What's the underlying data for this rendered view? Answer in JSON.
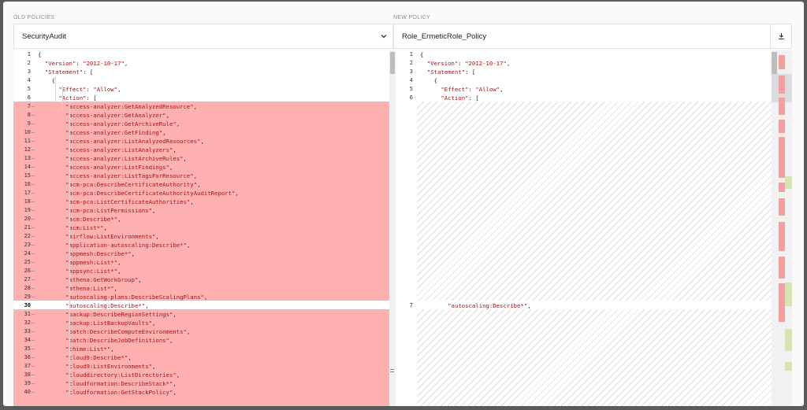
{
  "left": {
    "label": "OLD POLICIES",
    "selected_policy": "SecurityAudit"
  },
  "right": {
    "label": "NEW POLICY",
    "selected_policy": "Role_ErmeticRole_Policy"
  },
  "icons": {
    "dropdown": "chevron-down-icon",
    "download": "download-icon"
  },
  "colors": {
    "deleted_line": "#ffb0b0",
    "added_marker": "#d5e3b5",
    "string": "#a31515"
  },
  "left_lines": [
    {
      "n": "1",
      "t": "{"
    },
    {
      "n": "2",
      "t": "  \"Version\": \"2012-10-17\","
    },
    {
      "n": "3",
      "t": "  \"Statement\": ["
    },
    {
      "n": "4",
      "t": "    {"
    },
    {
      "n": "5",
      "t": "      \"Effect\": \"Allow\","
    },
    {
      "n": "6",
      "t": "      \"Action\": ["
    },
    {
      "n": "7",
      "t": "        \"access-analyzer:GetAnalyzedResource\","
    },
    {
      "n": "8",
      "t": "        \"access-analyzer:GetAnalyzer\","
    },
    {
      "n": "9",
      "t": "        \"access-analyzer:GetArchiveRule\","
    },
    {
      "n": "10",
      "t": "        \"access-analyzer:GetFinding\","
    },
    {
      "n": "11",
      "t": "        \"access-analyzer:ListAnalyzedResources\","
    },
    {
      "n": "12",
      "t": "        \"access-analyzer:ListAnalyzers\","
    },
    {
      "n": "13",
      "t": "        \"access-analyzer:ListArchiveRules\","
    },
    {
      "n": "14",
      "t": "        \"access-analyzer:ListFindings\","
    },
    {
      "n": "15",
      "t": "        \"access-analyzer:ListTagsForResource\","
    },
    {
      "n": "16",
      "t": "        \"acm-pca:DescribeCertificateAuthority\","
    },
    {
      "n": "17",
      "t": "        \"acm-pca:DescribeCertificateAuthorityAuditReport\","
    },
    {
      "n": "18",
      "t": "        \"acm-pca:ListCertificateAuthorities\","
    },
    {
      "n": "19",
      "t": "        \"acm-pca:ListPermissions\","
    },
    {
      "n": "20",
      "t": "        \"acm:Describe*\","
    },
    {
      "n": "21",
      "t": "        \"acm:List*\","
    },
    {
      "n": "22",
      "t": "        \"airflow:ListEnvironments\","
    },
    {
      "n": "23",
      "t": "        \"application-autoscaling:Describe*\","
    },
    {
      "n": "24",
      "t": "        \"appmesh:Describe*\","
    },
    {
      "n": "25",
      "t": "        \"appmesh:List*\","
    },
    {
      "n": "26",
      "t": "        \"appsync:List*\","
    },
    {
      "n": "27",
      "t": "        \"athena:GetWorkGroup\","
    },
    {
      "n": "28",
      "t": "        \"athena:List*\","
    },
    {
      "n": "29",
      "t": "        \"autoscaling-plans:DescribeScalingPlans\","
    },
    {
      "n": "30",
      "t": "        \"autoscaling:Describe*\","
    },
    {
      "n": "31",
      "t": "        \"backup:DescribeRegionSettings\","
    },
    {
      "n": "32",
      "t": "        \"backup:ListBackupVaults\","
    },
    {
      "n": "33",
      "t": "        \"batch:DescribeComputeEnvironments\","
    },
    {
      "n": "34",
      "t": "        \"batch:DescribeJobDefinitions\","
    },
    {
      "n": "35",
      "t": "        \"chime:List*\","
    },
    {
      "n": "36",
      "t": "        \"cloud9:Describe*\","
    },
    {
      "n": "37",
      "t": "        \"cloud9:ListEnvironments\","
    },
    {
      "n": "38",
      "t": "        \"clouddirectory:ListDirectories\","
    },
    {
      "n": "39",
      "t": "        \"cloudformation:DescribeStack*\","
    },
    {
      "n": "40",
      "t": "        \"cloudformation:GetStackPolicy\","
    }
  ],
  "right_lines": [
    {
      "n": "1",
      "t": "{"
    },
    {
      "n": "2",
      "t": "  \"Version\": \"2012-10-17\","
    },
    {
      "n": "3",
      "t": "  \"Statement\": ["
    },
    {
      "n": "4",
      "t": "    {"
    },
    {
      "n": "5",
      "t": "      \"Effect\": \"Allow\","
    },
    {
      "n": "6",
      "t": "      \"Action\": ["
    },
    {
      "n": "7",
      "t": "        \"autoscaling:Describe*\","
    }
  ]
}
